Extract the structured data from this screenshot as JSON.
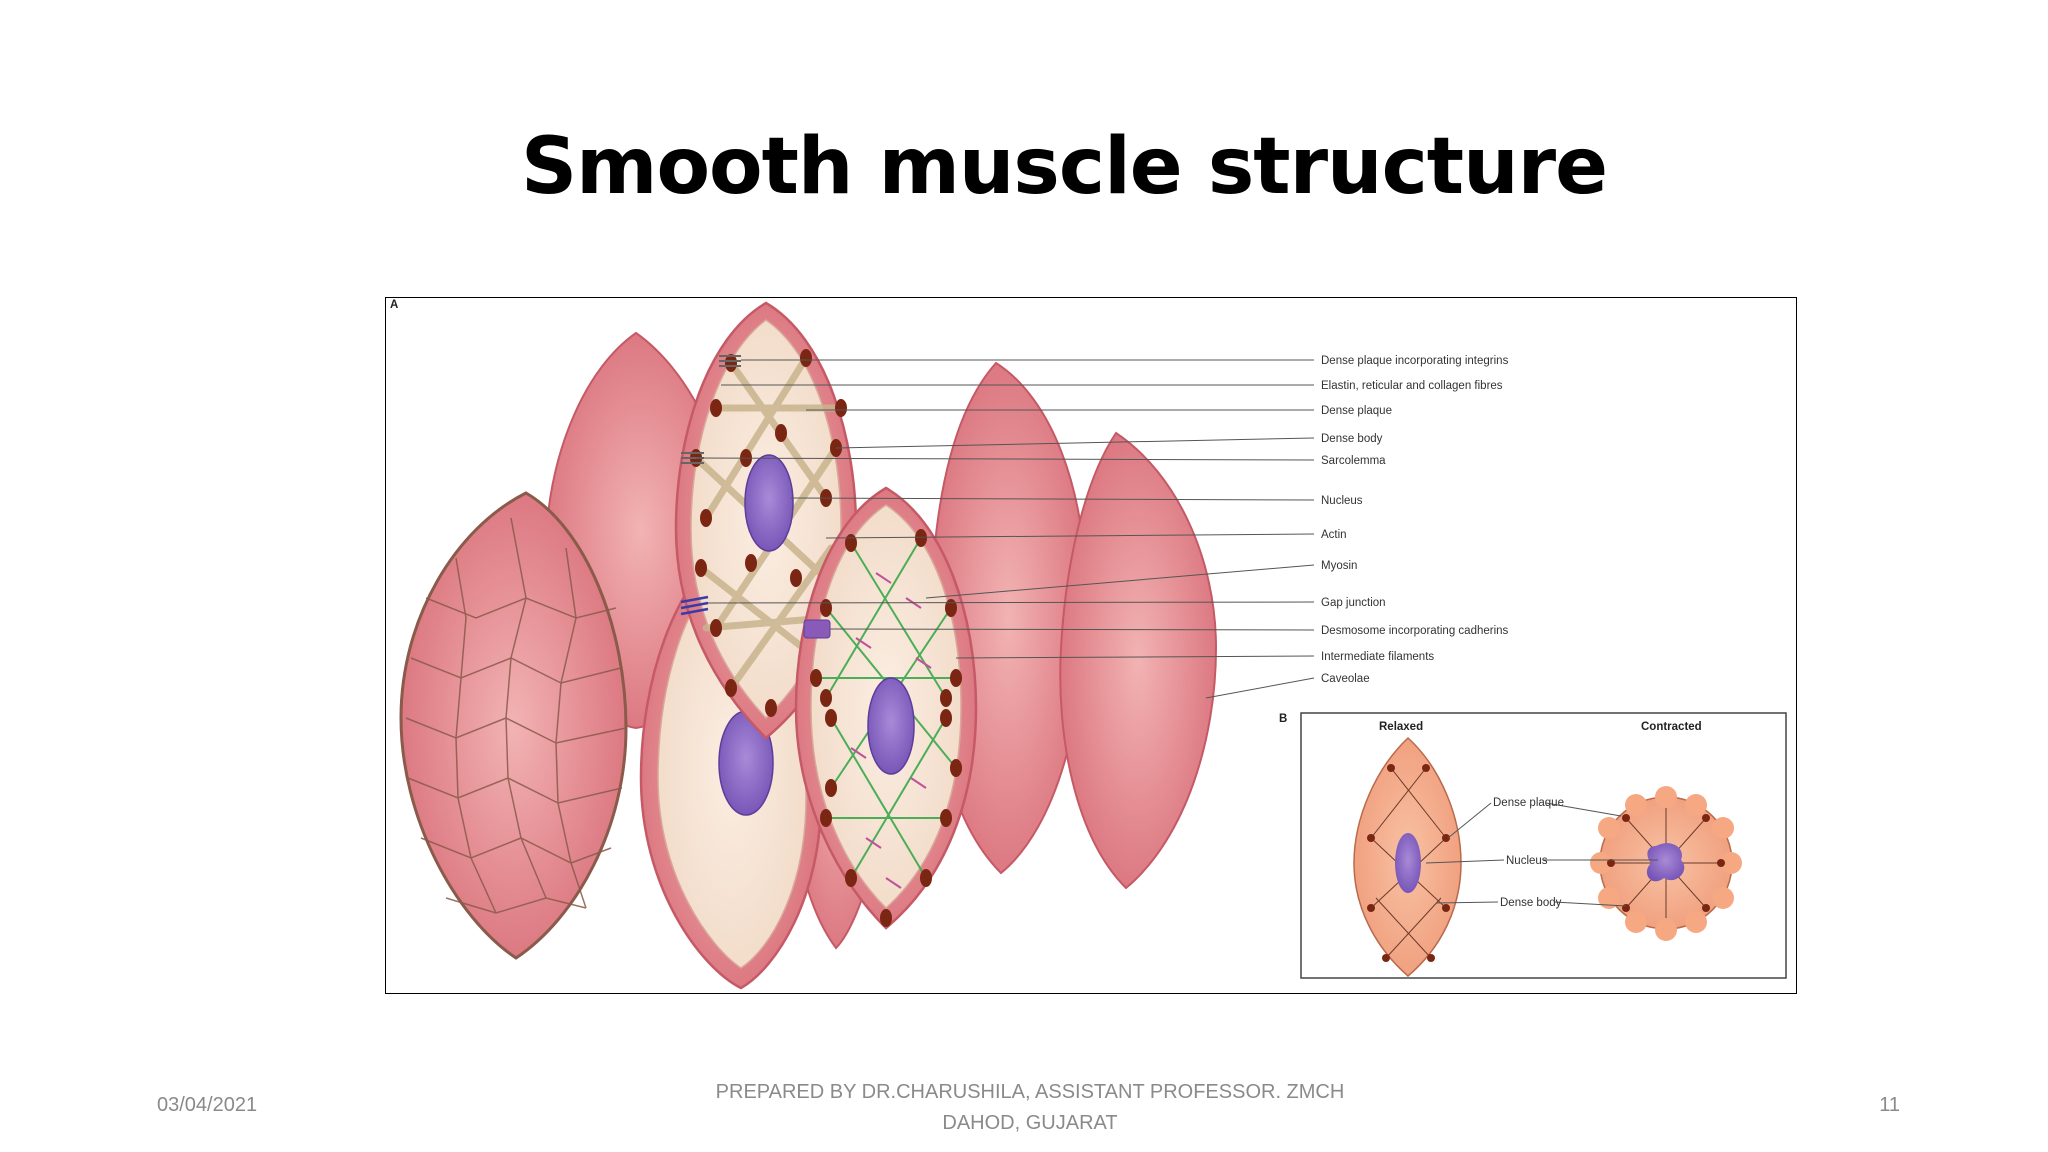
{
  "slide": {
    "title": "Smooth muscle structure",
    "date": "03/04/2021",
    "footer": "PREPARED BY DR.CHARUSHILA, ASSISTANT PROFESSOR. ZMCH DAHOD, GUJARAT",
    "page_number": "11"
  },
  "figure": {
    "panel_a_letter": "A",
    "panel_b_letter": "B",
    "labels_a": [
      "Dense plaque incorporating integrins",
      "Elastin, reticular and collagen fibres",
      "Dense plaque",
      "Dense body",
      "Sarcolemma",
      "Nucleus",
      "Actin",
      "Myosin",
      "Gap junction",
      "Desmosome incorporating cadherins",
      "Intermediate filaments",
      "Caveolae"
    ],
    "panel_b": {
      "relaxed": "Relaxed",
      "contracted": "Contracted",
      "labels": [
        "Dense plaque",
        "Nucleus",
        "Dense body"
      ]
    }
  },
  "colors": {
    "cell_pink": "#e58c93",
    "cell_dark": "#c9646d",
    "cytoplasm": "#f7e6d7",
    "nucleus": "#8b6bc8",
    "dense_body": "#7a2612",
    "actin": "#c9b48d",
    "intermediate": "#3aa84a",
    "panel_b_cell": "#f5a882"
  }
}
